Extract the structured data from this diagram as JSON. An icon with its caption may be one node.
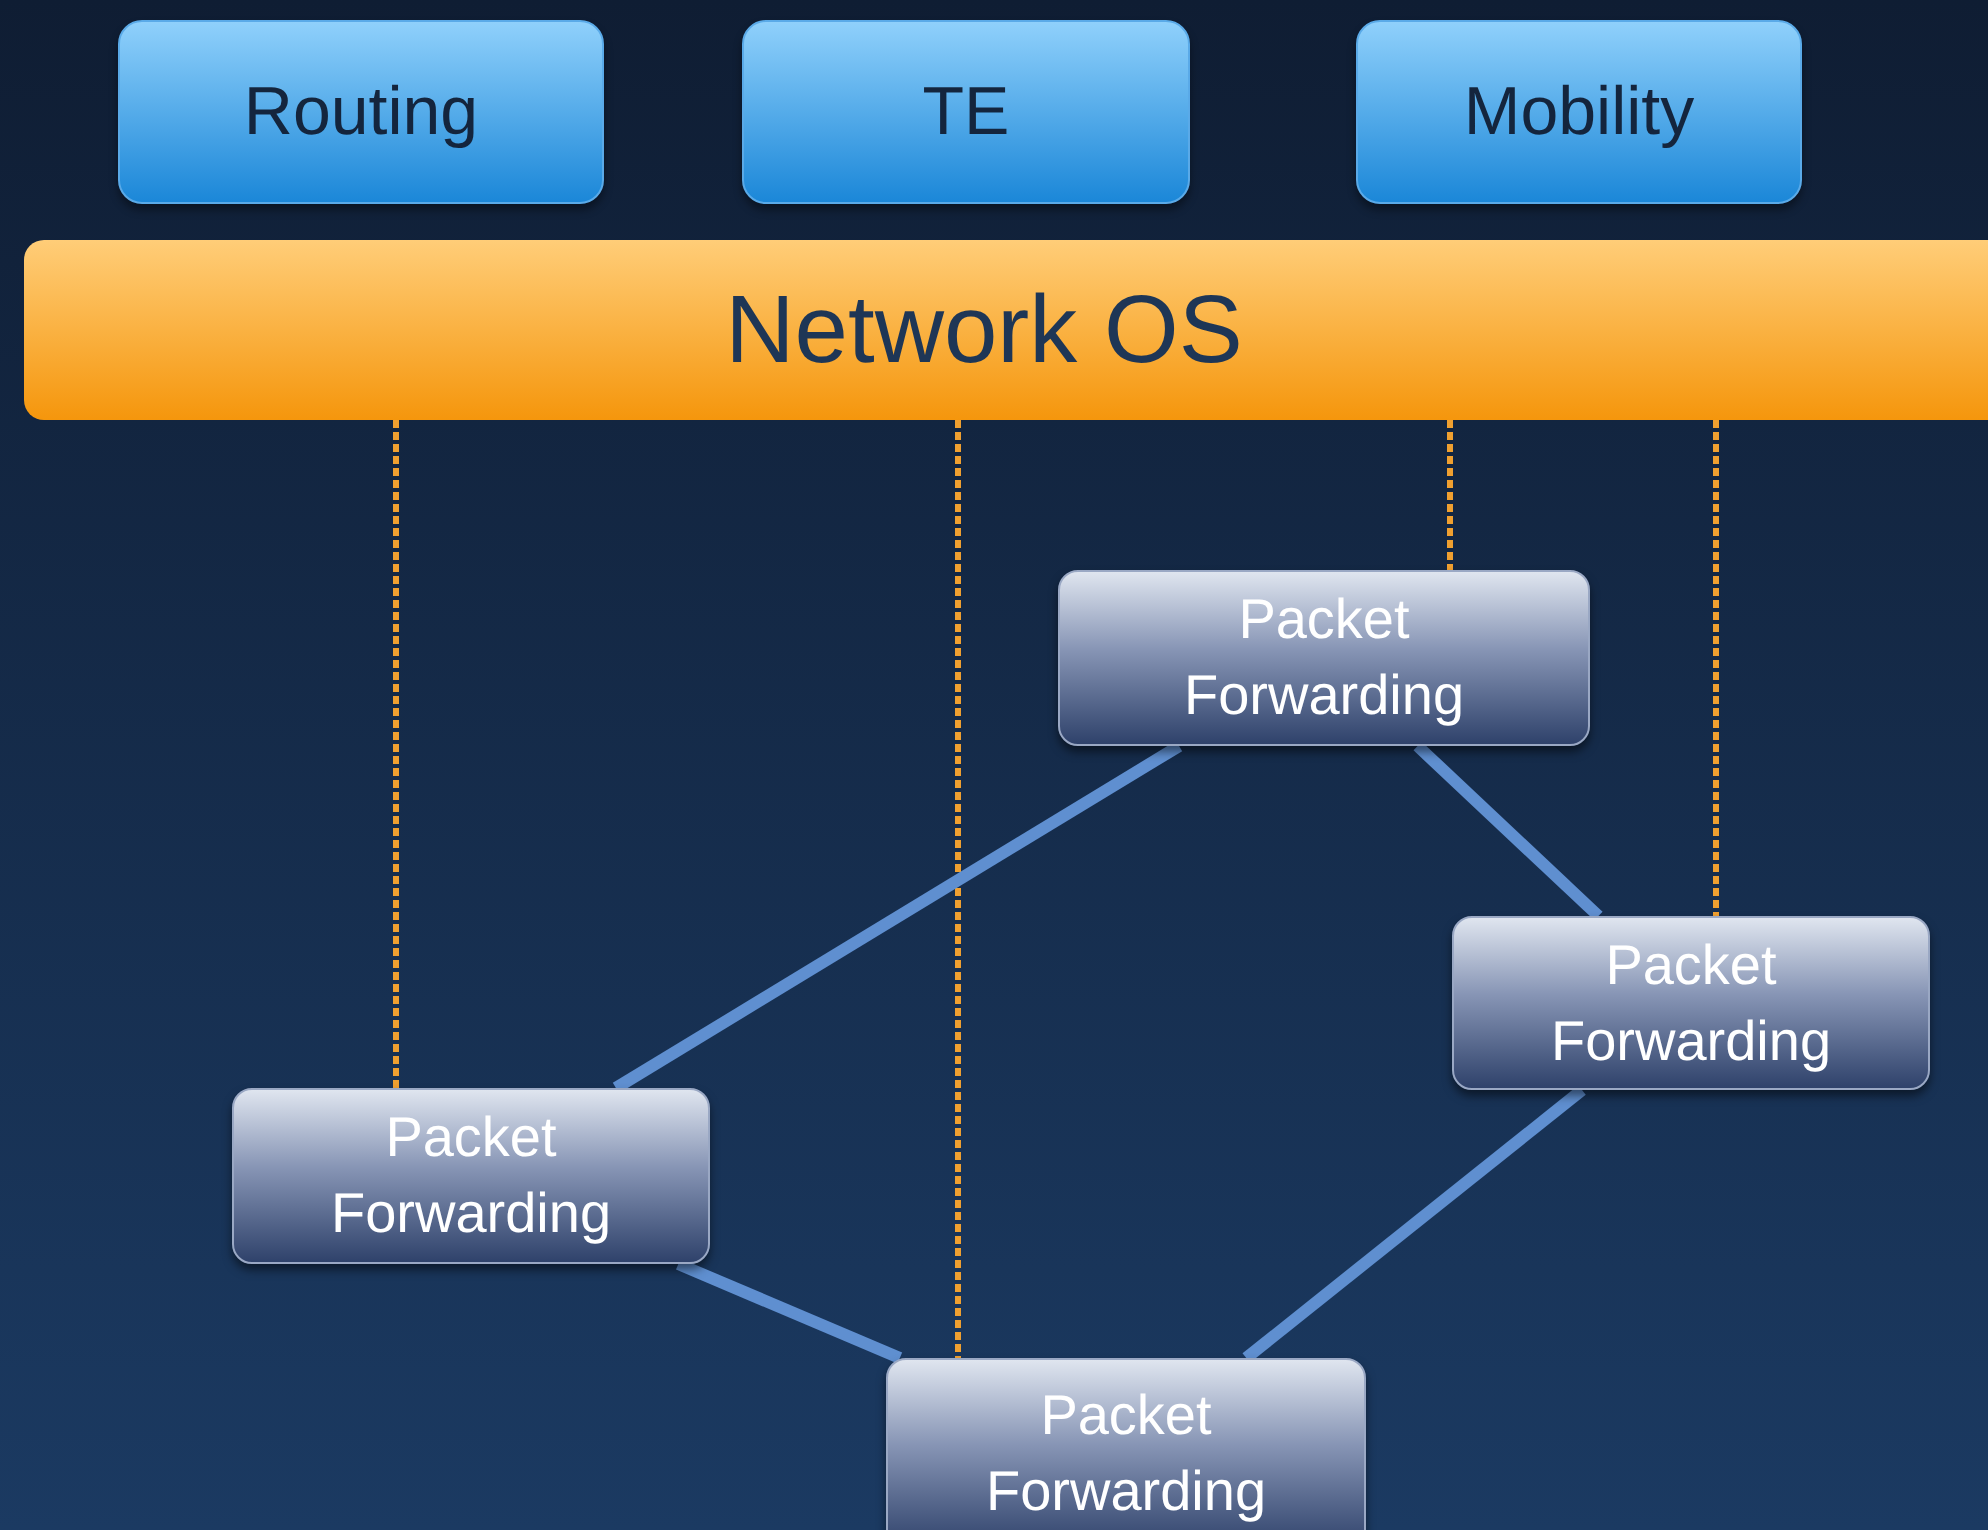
{
  "diagram": {
    "nodes": [
      {
        "text": [
          "Routing"
        ]
      },
      {
        "text": [
          "TE"
        ]
      },
      {
        "text": [
          "Mobility"
        ]
      },
      {
        "text": [
          "Network OS"
        ]
      },
      {
        "text": [
          "Packet Forwarding"
        ]
      },
      {
        "text": [
          "Packet Forwarding"
        ]
      },
      {
        "text": [
          "Packet Forwarding"
        ]
      },
      {
        "text": [
          "Packet Forwarding"
        ]
      }
    ],
    "edges": [
      {
        "from": 3,
        "to": 6,
        "arrow": "none",
        "style": "dashed",
        "color": "#f0a030"
      },
      {
        "from": 3,
        "to": 7,
        "arrow": "none",
        "style": "dashed",
        "color": "#f0a030"
      },
      {
        "from": 3,
        "to": 4,
        "arrow": "none",
        "style": "dashed",
        "color": "#f0a030"
      },
      {
        "from": 3,
        "to": 5,
        "arrow": "none",
        "style": "dashed",
        "color": "#f0a030"
      },
      {
        "from": 4,
        "to": 6,
        "arrow": "none",
        "style": "thick",
        "color": "#5f8fd0"
      },
      {
        "from": 4,
        "to": 5,
        "arrow": "none",
        "style": "thick",
        "color": "#5f8fd0"
      },
      {
        "from": 6,
        "to": 7,
        "arrow": "none",
        "style": "thick",
        "color": "#5f8fd0"
      },
      {
        "from": 5,
        "to": 7,
        "arrow": "none",
        "style": "thick",
        "color": "#5f8fd0"
      }
    ]
  }
}
